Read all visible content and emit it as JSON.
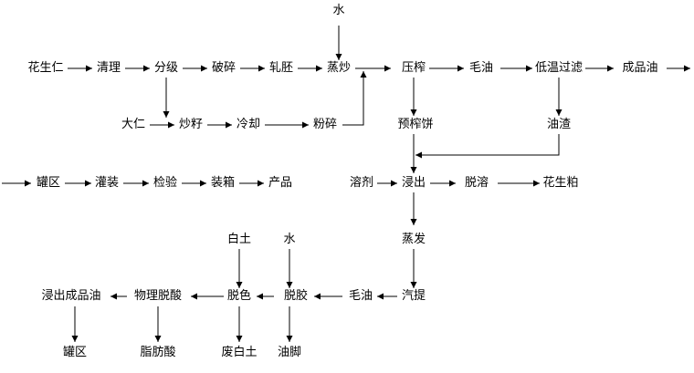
{
  "nodes": {
    "water_top": "水",
    "peanut_kernel": "花生仁",
    "cleaning": "清理",
    "grading": "分级",
    "crushing": "破碎",
    "flaking": "轧胚",
    "steam_roast": "蒸炒",
    "pressing": "压榨",
    "crude_oil": "毛油",
    "low_temp_filter": "低温过滤",
    "finished_oil": "成品油",
    "big_kernel": "大仁",
    "roast_seed": "炒籽",
    "cooling": "冷却",
    "grinding": "粉碎",
    "pre_press_cake": "预榨饼",
    "oil_residue": "油渣",
    "tank_area_1": "罐区",
    "filling": "灌装",
    "inspection": "检验",
    "boxing": "装箱",
    "product": "产品",
    "solvent": "溶剂",
    "extraction": "浸出",
    "desolventizing": "脱溶",
    "peanut_meal": "花生粕",
    "evaporation": "蒸发",
    "white_clay": "白土",
    "water_bottom": "水",
    "extracted_finished_oil": "浸出成品油",
    "physical_deacid": "物理脱酸",
    "decoloring": "脱色",
    "degumming": "脱胶",
    "crude_oil_2": "毛油",
    "stripping": "汽提",
    "tank_area_2": "罐区",
    "fatty_acid": "脂肪酸",
    "spent_clay": "废白土",
    "oil_foot": "油脚"
  }
}
